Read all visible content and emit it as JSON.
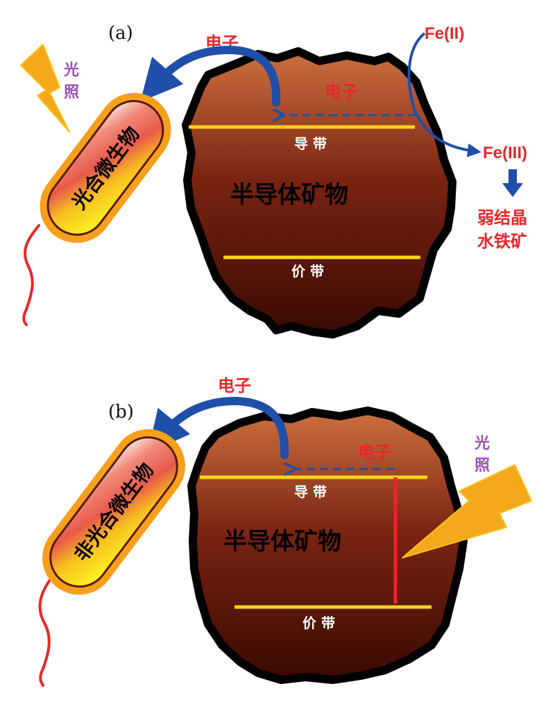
{
  "colors": {
    "electron_red": "#e8262b",
    "light_purple": "#9b4fb5",
    "arrow_blue": "#1f4fa8",
    "band_yellow": "#f7d417",
    "bolt_orange": "#f5a81c",
    "mineral_top": "#c86a3c",
    "mineral_bottom": "#3a0a02"
  },
  "panel_a": {
    "label": "(a)",
    "electron_top": "电子",
    "electron_inner": "电子",
    "light": "光照",
    "conduction_band": "导 带",
    "valence_band": "价 带",
    "mineral": "半导体矿物",
    "microbe": "光合微生物",
    "fe2": "Fe(II)",
    "fe3": "Fe(III)",
    "product_line1": "弱结晶",
    "product_line2": "水铁矿"
  },
  "panel_b": {
    "label": "(b)",
    "electron_top": "电子",
    "electron_inner": "电子",
    "light": "光照",
    "conduction_band": "导 带",
    "valence_band": "价 带",
    "mineral": "半导体矿物",
    "microbe": "非光合微生物"
  },
  "icons": [
    "lightning-bolt-icon",
    "curved-arrow-icon",
    "dashed-arrow-icon",
    "down-arrow-icon"
  ]
}
